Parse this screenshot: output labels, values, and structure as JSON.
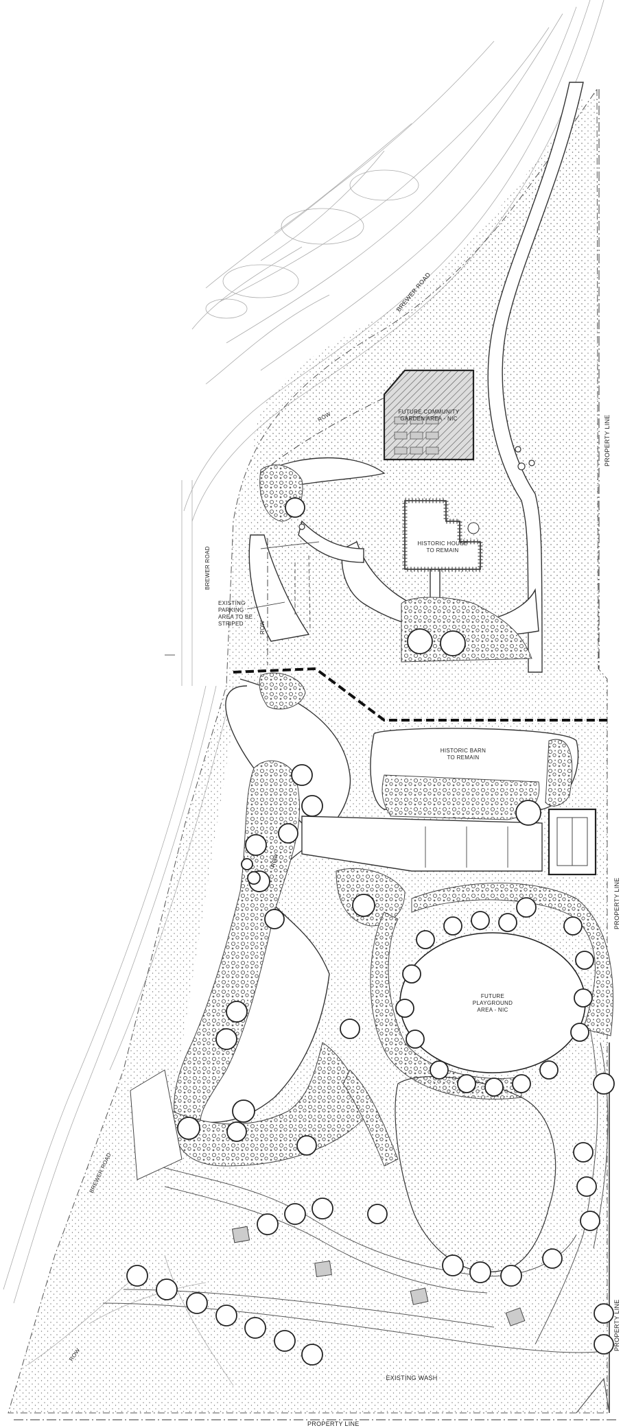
{
  "labels": {
    "brewer_road_top": "BREWER ROAD",
    "brewer_road_west": "BREWER ROAD",
    "brewer_road_south": "BREWER ROAD",
    "row_top": "ROW",
    "row_left": "ROW",
    "row_mid": "ROW",
    "row_bottom": "ROW",
    "property_line_east_top": "PROPERTY LINE",
    "property_line_east_mid": "PROPERTY LINE",
    "property_line_east_bottom": "PROPERTY LINE",
    "property_line_south": "PROPERTY LINE",
    "garden_line1": "FUTURE COMMUNITY",
    "garden_line2": "GARDEN AREA - NIC",
    "house_line1": "HISTORIC HOUSE",
    "house_line2": "TO REMAIN",
    "parking_line1": "EXISTING",
    "parking_line2": "PARKING",
    "parking_line3": "AREA TO BE",
    "parking_line4": "STRIPED",
    "barn_line1": "HISTORIC BARN",
    "barn_line2": "TO REMAIN",
    "playground_line1": "FUTURE",
    "playground_line2": "PLAYGROUND",
    "playground_line3": "AREA - NIC",
    "wash": "EXISTING WASH"
  },
  "colors": {
    "linework": "#222222",
    "background": "#ffffff",
    "hatch": "#555555"
  }
}
